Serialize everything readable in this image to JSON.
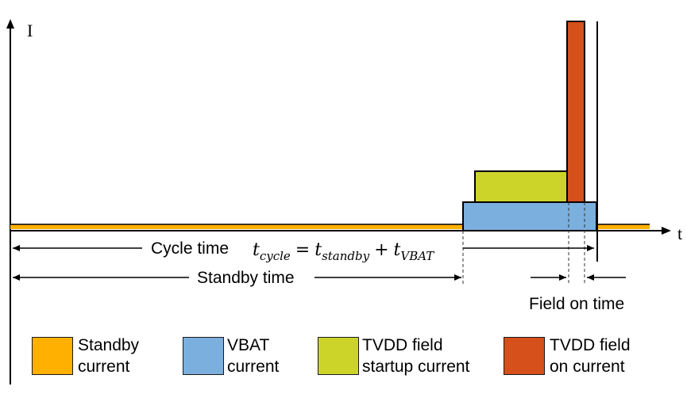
{
  "axes": {
    "y_label": "I",
    "x_label": "t"
  },
  "annotations": {
    "cycle_time": "Cycle time",
    "formula": {
      "lhs_sub": "cycle",
      "rhs1_sub": "standby",
      "rhs2_sub": "VBAT",
      "var": "t"
    },
    "standby_time": "Standby time",
    "field_on_time": "Field on time"
  },
  "legend": [
    {
      "line1": "Standby",
      "line2": "current",
      "color": "#FFB000"
    },
    {
      "line1": "VBAT",
      "line2": "current",
      "color": "#7BAFDE"
    },
    {
      "line1": "TVDD field",
      "line2": "startup current",
      "color": "#CCD42A"
    },
    {
      "line1": "TVDD field",
      "line2": "on current",
      "color": "#D5501A"
    }
  ]
}
